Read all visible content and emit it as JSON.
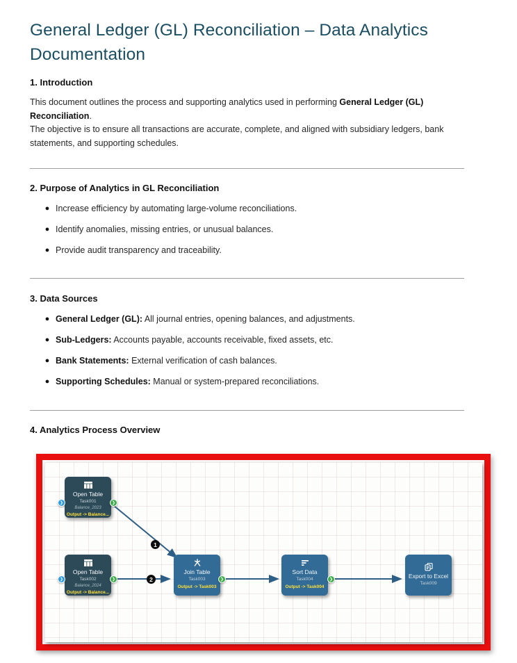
{
  "doc": {
    "title": "General Ledger (GL) Reconciliation – Data Analytics Documentation",
    "s1": {
      "heading": "1. Introduction",
      "p1_pre": "This document outlines the process and supporting analytics used in performing ",
      "p1_bold": "General Ledger (GL) Reconciliation",
      "p1_post": ".",
      "p2": "The objective is to ensure all transactions are accurate, complete, and aligned with subsidiary ledgers, bank statements, and supporting schedules."
    },
    "s2": {
      "heading": "2. Purpose of Analytics in GL Reconciliation",
      "bullets": [
        "Increase efficiency by automating large-volume reconciliations.",
        "Identify anomalies, missing entries, or unusual balances.",
        "Provide audit transparency and traceability."
      ]
    },
    "s3": {
      "heading": "3. Data Sources",
      "bullets": [
        {
          "lead": "General Ledger (GL):",
          "text": " All journal entries, opening balances, and adjustments."
        },
        {
          "lead": "Sub-Ledgers:",
          "text": " Accounts payable, accounts receivable, fixed assets, etc."
        },
        {
          "lead": "Bank Statements:",
          "text": " External verification of cash balances."
        },
        {
          "lead": "Supporting Schedules:",
          "text": " Manual or system-prepared reconciliations."
        }
      ]
    },
    "s4": {
      "heading": "4. Analytics Process Overview"
    }
  },
  "diagram": {
    "nodes": [
      {
        "title": "Open Table",
        "task": "Task001",
        "subtitle": "Balance_2023",
        "output": "Output -> Balance...",
        "icon": "table-icon"
      },
      {
        "title": "Open Table",
        "task": "Task002",
        "subtitle": "Balance_2024",
        "output": "Output -> Balance...",
        "icon": "table-icon"
      },
      {
        "title": "Join Table",
        "task": "Task003",
        "output": "Output -> Task003",
        "icon": "join-icon"
      },
      {
        "title": "Sort Data",
        "task": "Task004",
        "output": "Output -> Task004",
        "icon": "sort-icon"
      },
      {
        "title": "Export to Excel",
        "task": "Task009",
        "icon": "export-icon"
      }
    ],
    "badges": [
      "1",
      "2"
    ],
    "port_glyph": "❯",
    "colors": {
      "title_accent": "#1a4e63",
      "frame_red": "#e90f0f",
      "node_dark": "#2d4a58",
      "node_blue": "#316b96",
      "output_yellow": "#ffe03a",
      "connector": "#2d5e86",
      "port_in_blue": "#2d9ce0",
      "port_out_green": "#3fae4c"
    }
  }
}
